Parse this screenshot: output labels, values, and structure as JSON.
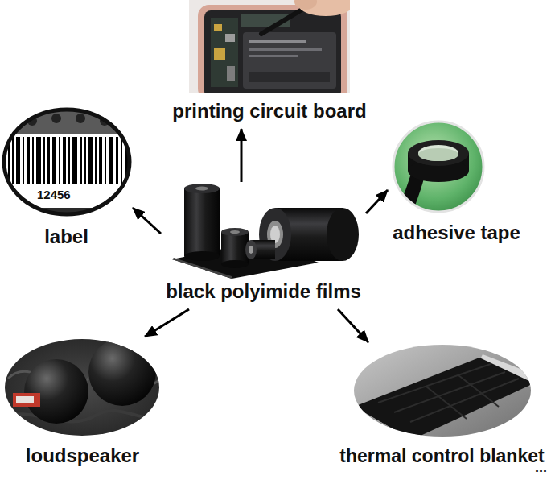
{
  "diagram": {
    "nodes": [
      {
        "text": [
          "printing circuit board"
        ]
      },
      {
        "text": [
          "label"
        ]
      },
      {
        "text": [
          "adhesive tape"
        ]
      },
      {
        "text": [
          "black polyimide films"
        ]
      },
      {
        "text": [
          "loudspeaker"
        ]
      },
      {
        "text": [
          "thermal control blanket"
        ]
      }
    ],
    "edges": [
      {
        "from": 3,
        "to": 0,
        "arrow": "to"
      },
      {
        "from": 3,
        "to": 1,
        "arrow": "to"
      },
      {
        "from": 3,
        "to": 2,
        "arrow": "to"
      },
      {
        "from": 3,
        "to": 4,
        "arrow": "to"
      },
      {
        "from": 3,
        "to": 5,
        "arrow": "to"
      }
    ],
    "labels": [
      "12456",
      "..."
    ]
  }
}
